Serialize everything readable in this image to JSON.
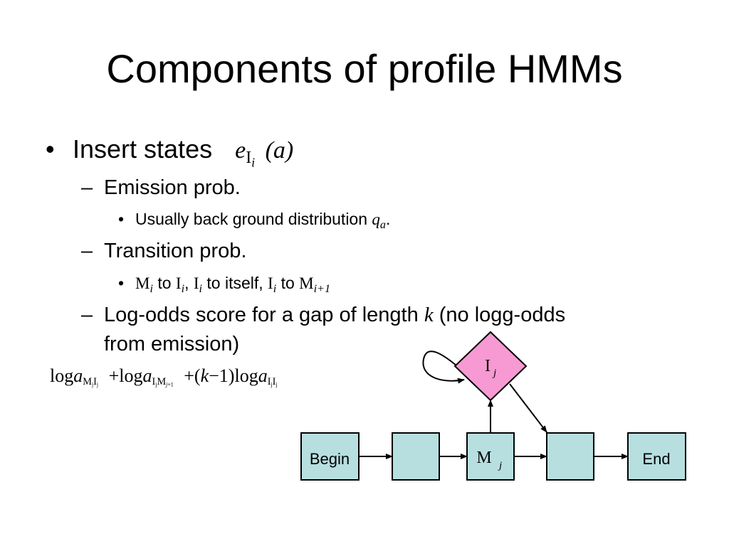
{
  "title": "Components of profile HMMs",
  "bullets": {
    "insert_states": {
      "bullet": "•",
      "label": "Insert states",
      "formula_e": "e",
      "formula_I": "I",
      "formula_i": "i",
      "formula_arg": "(a)"
    },
    "emission": {
      "dash": "–",
      "label": "Emission prob."
    },
    "background": {
      "bullet": "•",
      "label": "Usually back ground distribution",
      "q": "q",
      "q_sub": "a",
      "period": "."
    },
    "transition": {
      "dash": "–",
      "label": "Transition prob."
    },
    "transitions_detail": {
      "bullet": "•",
      "M": "M",
      "i": "i",
      "to": "to",
      "I": "I",
      "comma": ",",
      "to_itself": "to itself,",
      "i_plus_1": "i+1"
    },
    "logodds": {
      "dash": "–",
      "line1_pre": "Log-odds score for a gap of length",
      "k": "k",
      "line1_post": "(no logg-odds",
      "line2": "from emission)"
    }
  },
  "equation": {
    "log": "log",
    "a": "a",
    "plus": "+",
    "minus": "−",
    "sub1_M": "M",
    "sub1_j": "j",
    "sub1_I": "I",
    "sub1_j2": "j",
    "sub2_I": "I",
    "sub2_j": "j",
    "sub2_M": "M",
    "sub2_j2": "j",
    "sub2_plus1": "+1",
    "paren_open": "(",
    "k": "k",
    "one": "1)",
    "sub3_I": "I",
    "sub3_j": "j",
    "sub3_I2": "I",
    "sub3_j2": "j"
  },
  "diagram": {
    "begin_label": "Begin",
    "end_label": "End",
    "match_label": "M",
    "match_sub": "j",
    "insert_label": "I",
    "insert_sub": "j",
    "box_fill": "#b7dfe0",
    "diamond_fill": "#f79ad3"
  }
}
